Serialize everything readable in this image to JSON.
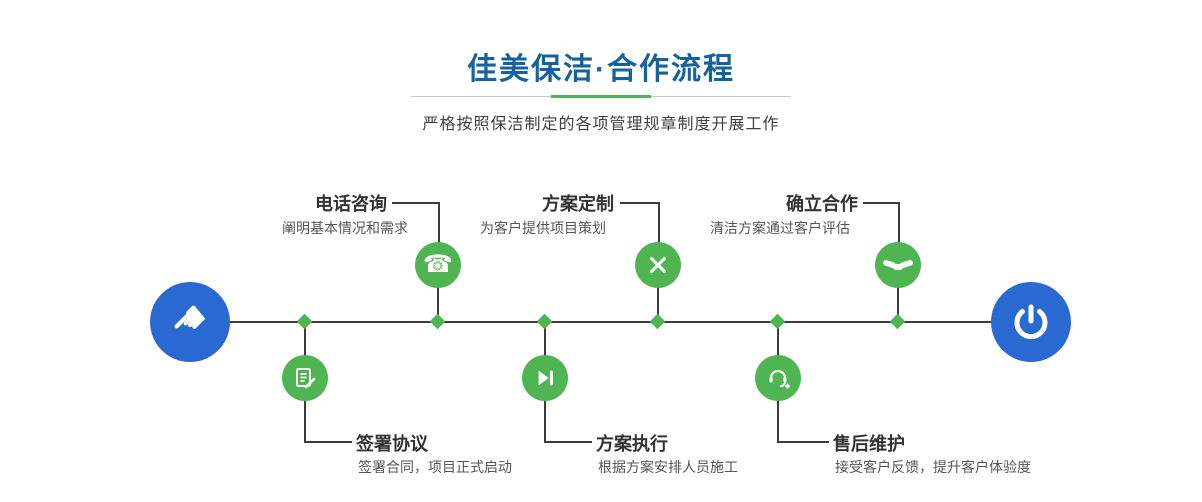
{
  "header": {
    "title": "佳美保洁·合作流程",
    "subtitle": "严格按照保洁制定的各项管理规章制度开展工作"
  },
  "timeline": {
    "start_icon": "pointer-hand-icon",
    "end_icon": "power-icon"
  },
  "steps": {
    "top": [
      {
        "label": "电话咨询",
        "desc": "阐明基本情况和需求",
        "icon": "phone-icon"
      },
      {
        "label": "方案定制",
        "desc": "为客户提供项目策划",
        "icon": "design-tools-icon"
      },
      {
        "label": "确立合作",
        "desc": "清洁方案通过客户评估",
        "icon": "handshake-icon"
      }
    ],
    "bottom": [
      {
        "label": "签署协议",
        "desc": "签署合同，项目正式启动",
        "icon": "contract-icon"
      },
      {
        "label": "方案执行",
        "desc": "根据方案安排人员施工",
        "icon": "play-icon"
      },
      {
        "label": "售后维护",
        "desc": "接受客户反馈，提升客户体验度",
        "icon": "headset-icon"
      }
    ]
  },
  "colors": {
    "title_blue": "#16639b",
    "brand_blue": "#2a69d2",
    "accent_green": "#4fb553",
    "line_dark": "#3c3c3c"
  }
}
